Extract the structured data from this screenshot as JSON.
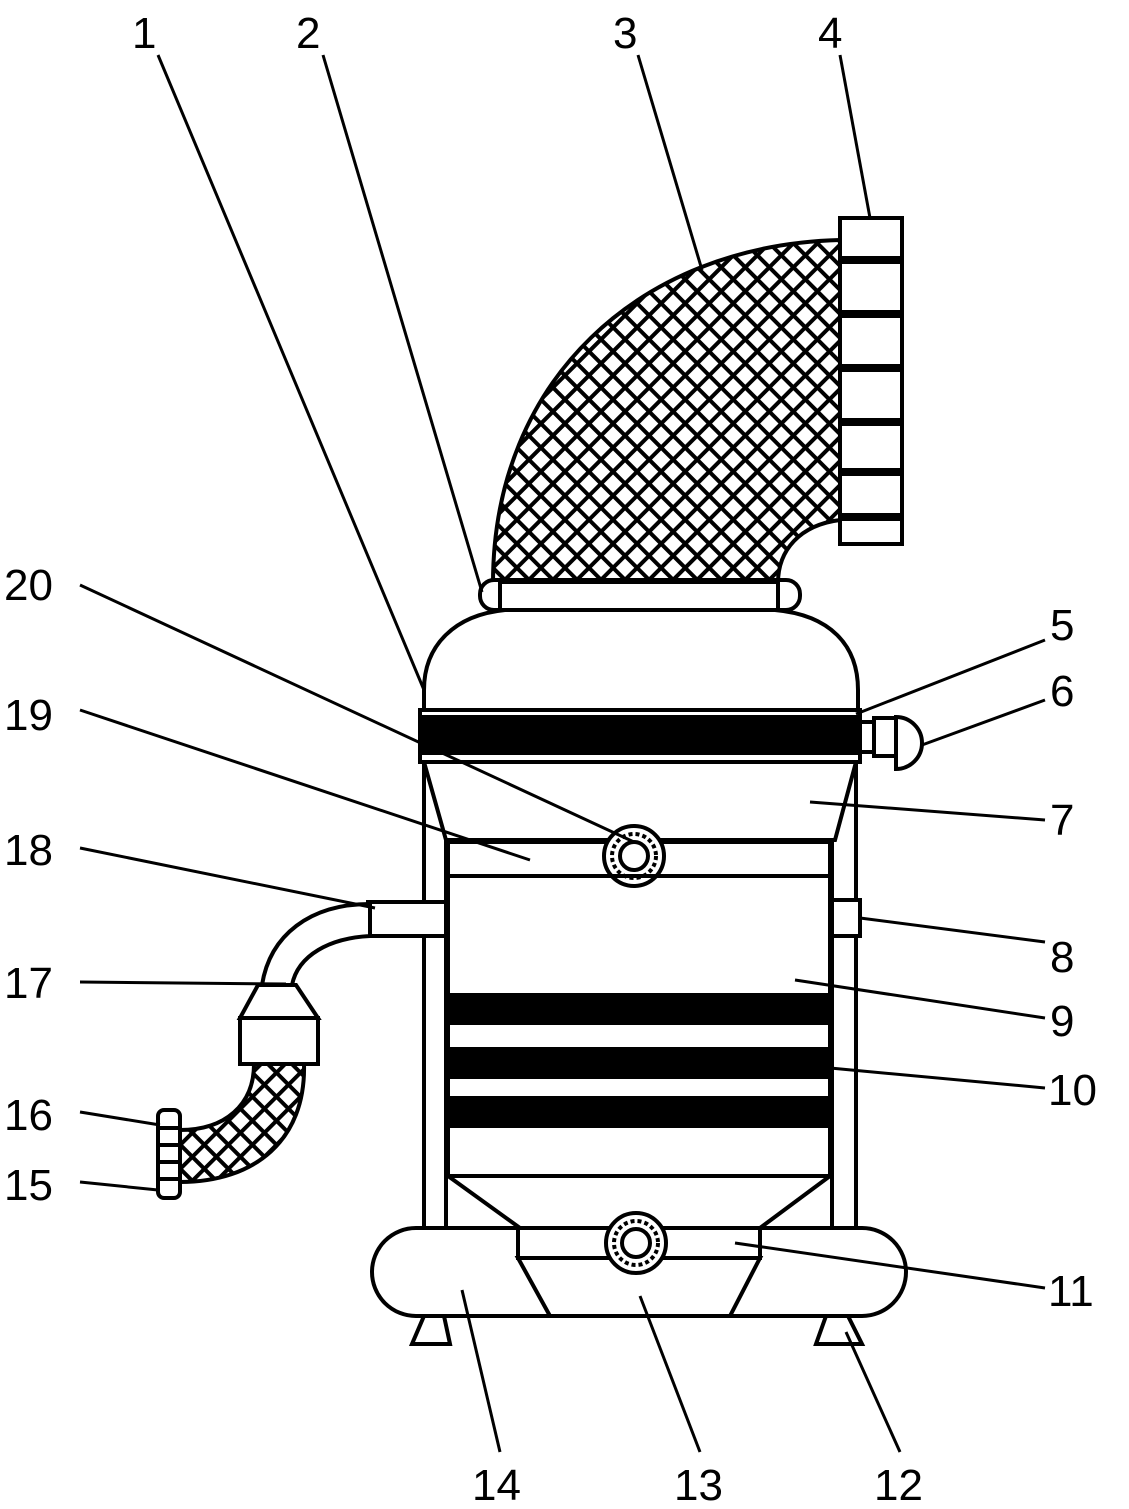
{
  "figure": {
    "labels": [
      {
        "id": "1",
        "text": "1"
      },
      {
        "id": "2",
        "text": "2"
      },
      {
        "id": "3",
        "text": "3"
      },
      {
        "id": "4",
        "text": "4"
      },
      {
        "id": "5",
        "text": "5"
      },
      {
        "id": "6",
        "text": "6"
      },
      {
        "id": "7",
        "text": "7"
      },
      {
        "id": "8",
        "text": "8"
      },
      {
        "id": "9",
        "text": "9"
      },
      {
        "id": "10",
        "text": "10"
      },
      {
        "id": "11",
        "text": "11"
      },
      {
        "id": "12",
        "text": "12"
      },
      {
        "id": "13",
        "text": "13"
      },
      {
        "id": "14",
        "text": "14"
      },
      {
        "id": "15",
        "text": "15"
      },
      {
        "id": "16",
        "text": "16"
      },
      {
        "id": "17",
        "text": "17"
      },
      {
        "id": "18",
        "text": "18"
      },
      {
        "id": "19",
        "text": "19"
      },
      {
        "id": "20",
        "text": "20"
      }
    ]
  },
  "colors": {
    "stroke": "#000000",
    "background": "#ffffff"
  }
}
